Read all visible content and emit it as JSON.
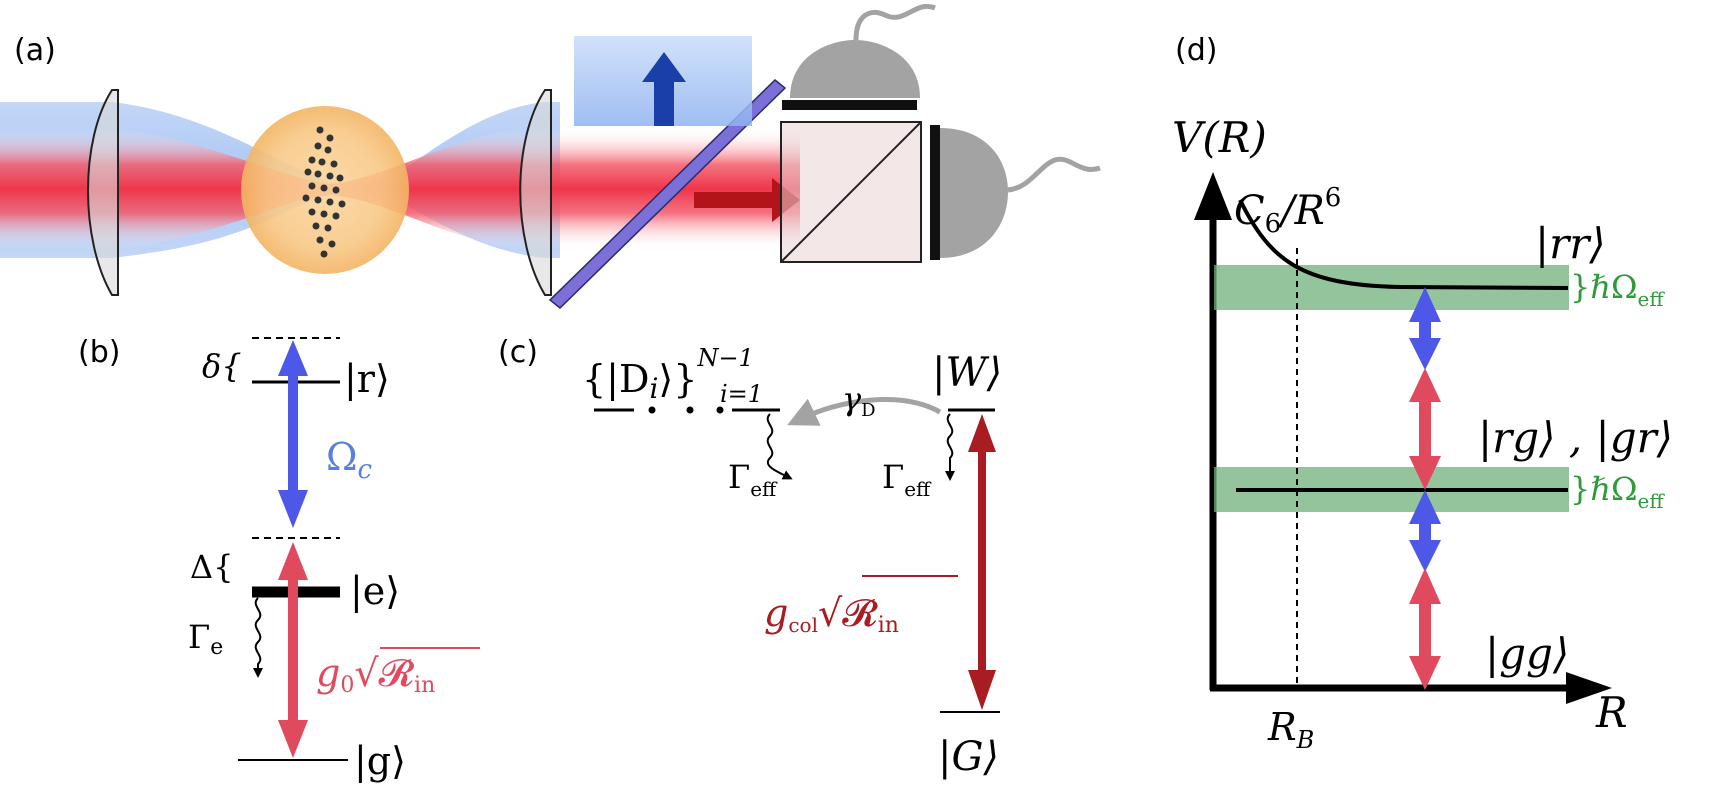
{
  "panels": {
    "a": "(a)",
    "b": "(b)",
    "c": "(c)",
    "d": "(d)"
  },
  "panel_b": {
    "delta_sym": "δ{",
    "Delta_sym": "Δ{",
    "ket_r": "|r⟩",
    "ket_e": "|e⟩",
    "ket_g": "|g⟩",
    "omega_c_main": "Ω",
    "omega_c_sub": "c",
    "gamma_e_main": "Γ",
    "gamma_e_sub": "e",
    "coupling_g": "g",
    "coupling_g_sub": "0",
    "coupling_R": "√𝓡",
    "coupling_R_sub": "in"
  },
  "panel_c": {
    "dark_states_main": "{|D",
    "dark_states_i": "i",
    "dark_states_close": "⟩}",
    "dark_states_sup": "N−1",
    "dark_states_sub": "i=1",
    "gamma_D_main": "γ",
    "gamma_D_sub": "D",
    "gamma_eff_main": "Γ",
    "gamma_eff_sub": "eff",
    "ket_W": "|W⟩",
    "ket_G": "|G⟩",
    "coupling_g": "g",
    "coupling_g_sub": "col",
    "coupling_R": "√𝓡",
    "coupling_R_sub": "in"
  },
  "panel_d": {
    "y_axis_label": "V(R)",
    "x_axis_label": "R",
    "potential_main": "C",
    "potential_sub": "6",
    "potential_slash": "/R",
    "potential_sup": "6",
    "rb_main": "R",
    "rb_sub": "B",
    "ket_rr": "|rr⟩",
    "ket_rg_gr": "|rg⟩ , |gr⟩",
    "ket_gg": "|gg⟩",
    "hbar_omega_main": "}ℏΩ",
    "hbar_omega_sub": "eff"
  },
  "colors": {
    "blue_beam": "#4d57e8",
    "red_beam": "#e04a5e",
    "dark_red": "#a81c22",
    "omega_label": "#5b7fe0",
    "green_band": "#6fb07a",
    "green_text": "#2e9a3a",
    "gray": "#a3a3a3"
  }
}
